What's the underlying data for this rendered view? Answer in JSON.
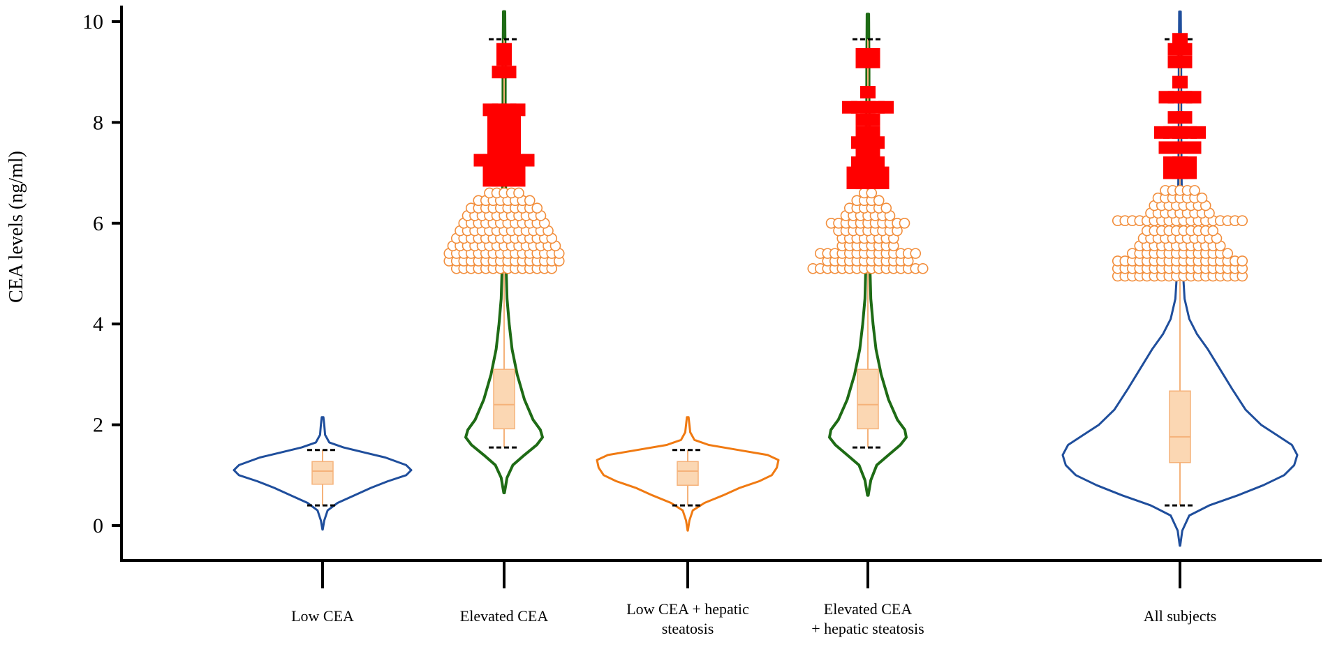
{
  "chart_data": {
    "type": "violin",
    "title": "",
    "ylabel": "CEA levels (ng/ml)",
    "xlabel": "",
    "ylim": [
      -0.7,
      10.3
    ],
    "yticks": [
      0,
      2,
      4,
      6,
      8,
      10
    ],
    "legend": "none",
    "grid": false,
    "categories": [
      {
        "label": [
          "Low CEA"
        ],
        "color": "#1f4e9c",
        "width": 3,
        "range": [
          -0.08,
          2.15
        ],
        "profile": [
          [
            -0.08,
            0.2
          ],
          [
            0.1,
            2
          ],
          [
            0.3,
            6
          ],
          [
            0.45,
            18
          ],
          [
            0.6,
            38
          ],
          [
            0.75,
            58
          ],
          [
            0.88,
            78
          ],
          [
            1.0,
            100
          ],
          [
            1.1,
            106
          ],
          [
            1.2,
            100
          ],
          [
            1.35,
            75
          ],
          [
            1.45,
            50
          ],
          [
            1.55,
            25
          ],
          [
            1.65,
            8
          ],
          [
            1.8,
            3
          ],
          [
            2.0,
            2
          ],
          [
            2.15,
            1
          ]
        ],
        "whisker": [
          0.4,
          1.5
        ],
        "box": [
          0.82,
          1.27
        ],
        "median": 1.08
      },
      {
        "label": [
          "Elevated CEA"
        ],
        "color": "#1e6b15",
        "width": 4,
        "range": [
          0.65,
          10.2
        ],
        "profile": [
          [
            0.65,
            0.5
          ],
          [
            0.95,
            4
          ],
          [
            1.2,
            12
          ],
          [
            1.4,
            28
          ],
          [
            1.6,
            45
          ],
          [
            1.75,
            53
          ],
          [
            1.9,
            50
          ],
          [
            2.1,
            40
          ],
          [
            2.5,
            28
          ],
          [
            3.0,
            18
          ],
          [
            3.5,
            11
          ],
          [
            4.0,
            7
          ],
          [
            4.5,
            4
          ],
          [
            5.0,
            3
          ],
          [
            6.0,
            2.5
          ],
          [
            7.0,
            2
          ],
          [
            8.0,
            1.5
          ],
          [
            9.0,
            1.5
          ],
          [
            10.2,
            1
          ]
        ],
        "whisker": [
          1.55,
          9.65
        ],
        "box": [
          1.92,
          3.1
        ],
        "median": 2.4,
        "moderate": [
          [
            5.1,
            14
          ],
          [
            5.25,
            16
          ],
          [
            5.4,
            16
          ],
          [
            5.55,
            15
          ],
          [
            5.7,
            14
          ],
          [
            5.85,
            13
          ],
          [
            6.0,
            12
          ],
          [
            6.15,
            11
          ],
          [
            6.3,
            10
          ],
          [
            6.45,
            8
          ],
          [
            6.6,
            5
          ]
        ],
        "extreme": [
          [
            6.85,
            4
          ],
          [
            7.05,
            4
          ],
          [
            7.25,
            6
          ],
          [
            7.45,
            3
          ],
          [
            7.65,
            3
          ],
          [
            7.85,
            3
          ],
          [
            8.05,
            3
          ],
          [
            8.25,
            4
          ],
          [
            9.0,
            2
          ],
          [
            9.25,
            1
          ],
          [
            9.45,
            1
          ]
        ]
      },
      {
        "label": [
          "Low CEA + hepatic",
          "steatosis"
        ],
        "color": "#f07a12",
        "width": 3,
        "range": [
          -0.1,
          2.15
        ],
        "profile": [
          [
            -0.1,
            0.2
          ],
          [
            0.1,
            2
          ],
          [
            0.3,
            6
          ],
          [
            0.45,
            20
          ],
          [
            0.6,
            42
          ],
          [
            0.75,
            62
          ],
          [
            0.88,
            85
          ],
          [
            1.0,
            100
          ],
          [
            1.15,
            106
          ],
          [
            1.3,
            108
          ],
          [
            1.4,
            95
          ],
          [
            1.5,
            60
          ],
          [
            1.6,
            25
          ],
          [
            1.7,
            8
          ],
          [
            1.85,
            3
          ],
          [
            2.0,
            2
          ],
          [
            2.15,
            1
          ]
        ],
        "whisker": [
          0.4,
          1.5
        ],
        "box": [
          0.8,
          1.27
        ],
        "median": 1.08
      },
      {
        "label": [
          "Elevated CEA",
          "+ hepatic steatosis"
        ],
        "color": "#1e6b15",
        "width": 4,
        "range": [
          0.6,
          10.15
        ],
        "profile": [
          [
            0.6,
            0.5
          ],
          [
            0.9,
            4
          ],
          [
            1.2,
            12
          ],
          [
            1.4,
            28
          ],
          [
            1.6,
            44
          ],
          [
            1.75,
            52
          ],
          [
            1.9,
            50
          ],
          [
            2.1,
            40
          ],
          [
            2.5,
            28
          ],
          [
            3.0,
            18
          ],
          [
            3.5,
            11
          ],
          [
            4.0,
            7
          ],
          [
            4.5,
            4
          ],
          [
            5.0,
            3
          ],
          [
            6.0,
            2.5
          ],
          [
            7.0,
            2
          ],
          [
            8.0,
            1.5
          ],
          [
            9.0,
            1.5
          ],
          [
            10.15,
            1
          ]
        ],
        "whisker": [
          1.55,
          9.65
        ],
        "box": [
          1.92,
          3.1
        ],
        "median": 2.4,
        "moderate": [
          [
            5.1,
            16
          ],
          [
            5.25,
            12
          ],
          [
            5.4,
            14
          ],
          [
            5.55,
            8
          ],
          [
            5.7,
            8
          ],
          [
            5.85,
            9
          ],
          [
            6.0,
            11
          ],
          [
            6.15,
            7
          ],
          [
            6.3,
            6
          ],
          [
            6.45,
            4
          ],
          [
            6.6,
            2
          ]
        ],
        "extreme": [
          [
            6.8,
            4
          ],
          [
            7.0,
            4
          ],
          [
            7.2,
            3
          ],
          [
            7.4,
            2
          ],
          [
            7.6,
            3
          ],
          [
            7.8,
            2
          ],
          [
            8.05,
            2
          ],
          [
            8.3,
            5
          ],
          [
            8.6,
            1
          ],
          [
            9.2,
            2
          ],
          [
            9.35,
            2
          ]
        ]
      },
      {
        "label": [
          "All subjects"
        ],
        "color": "#1f4e9c",
        "width": 3,
        "range": [
          -0.4,
          10.2
        ],
        "profile": [
          [
            -0.4,
            0.3
          ],
          [
            -0.1,
            3
          ],
          [
            0.2,
            12
          ],
          [
            0.4,
            38
          ],
          [
            0.6,
            75
          ],
          [
            0.8,
            108
          ],
          [
            1.0,
            135
          ],
          [
            1.2,
            148
          ],
          [
            1.4,
            152
          ],
          [
            1.6,
            145
          ],
          [
            1.8,
            125
          ],
          [
            2.0,
            105
          ],
          [
            2.3,
            85
          ],
          [
            2.7,
            68
          ],
          [
            3.1,
            52
          ],
          [
            3.5,
            36
          ],
          [
            3.8,
            22
          ],
          [
            4.1,
            12
          ],
          [
            4.5,
            6
          ],
          [
            5.0,
            4
          ],
          [
            6.0,
            3
          ],
          [
            7.0,
            2
          ],
          [
            8.0,
            1.5
          ],
          [
            9.0,
            1.5
          ],
          [
            10.2,
            1
          ]
        ],
        "whisker": [
          0.4,
          9.65
        ],
        "box": [
          1.25,
          2.67
        ],
        "median": 1.76,
        "moderate": [
          [
            4.95,
            18
          ],
          [
            5.1,
            18
          ],
          [
            5.25,
            18
          ],
          [
            5.4,
            14
          ],
          [
            5.55,
            12
          ],
          [
            5.7,
            11
          ],
          [
            5.85,
            10
          ],
          [
            6.05,
            18
          ],
          [
            6.2,
            9
          ],
          [
            6.35,
            8
          ],
          [
            6.5,
            7
          ],
          [
            6.65,
            5
          ]
        ],
        "extreme": [
          [
            7.0,
            3
          ],
          [
            7.2,
            3
          ],
          [
            7.5,
            4
          ],
          [
            7.8,
            5
          ],
          [
            8.1,
            2
          ],
          [
            8.5,
            4
          ],
          [
            8.8,
            1
          ],
          [
            9.2,
            2
          ],
          [
            9.45,
            2
          ],
          [
            9.65,
            1
          ]
        ]
      }
    ]
  }
}
